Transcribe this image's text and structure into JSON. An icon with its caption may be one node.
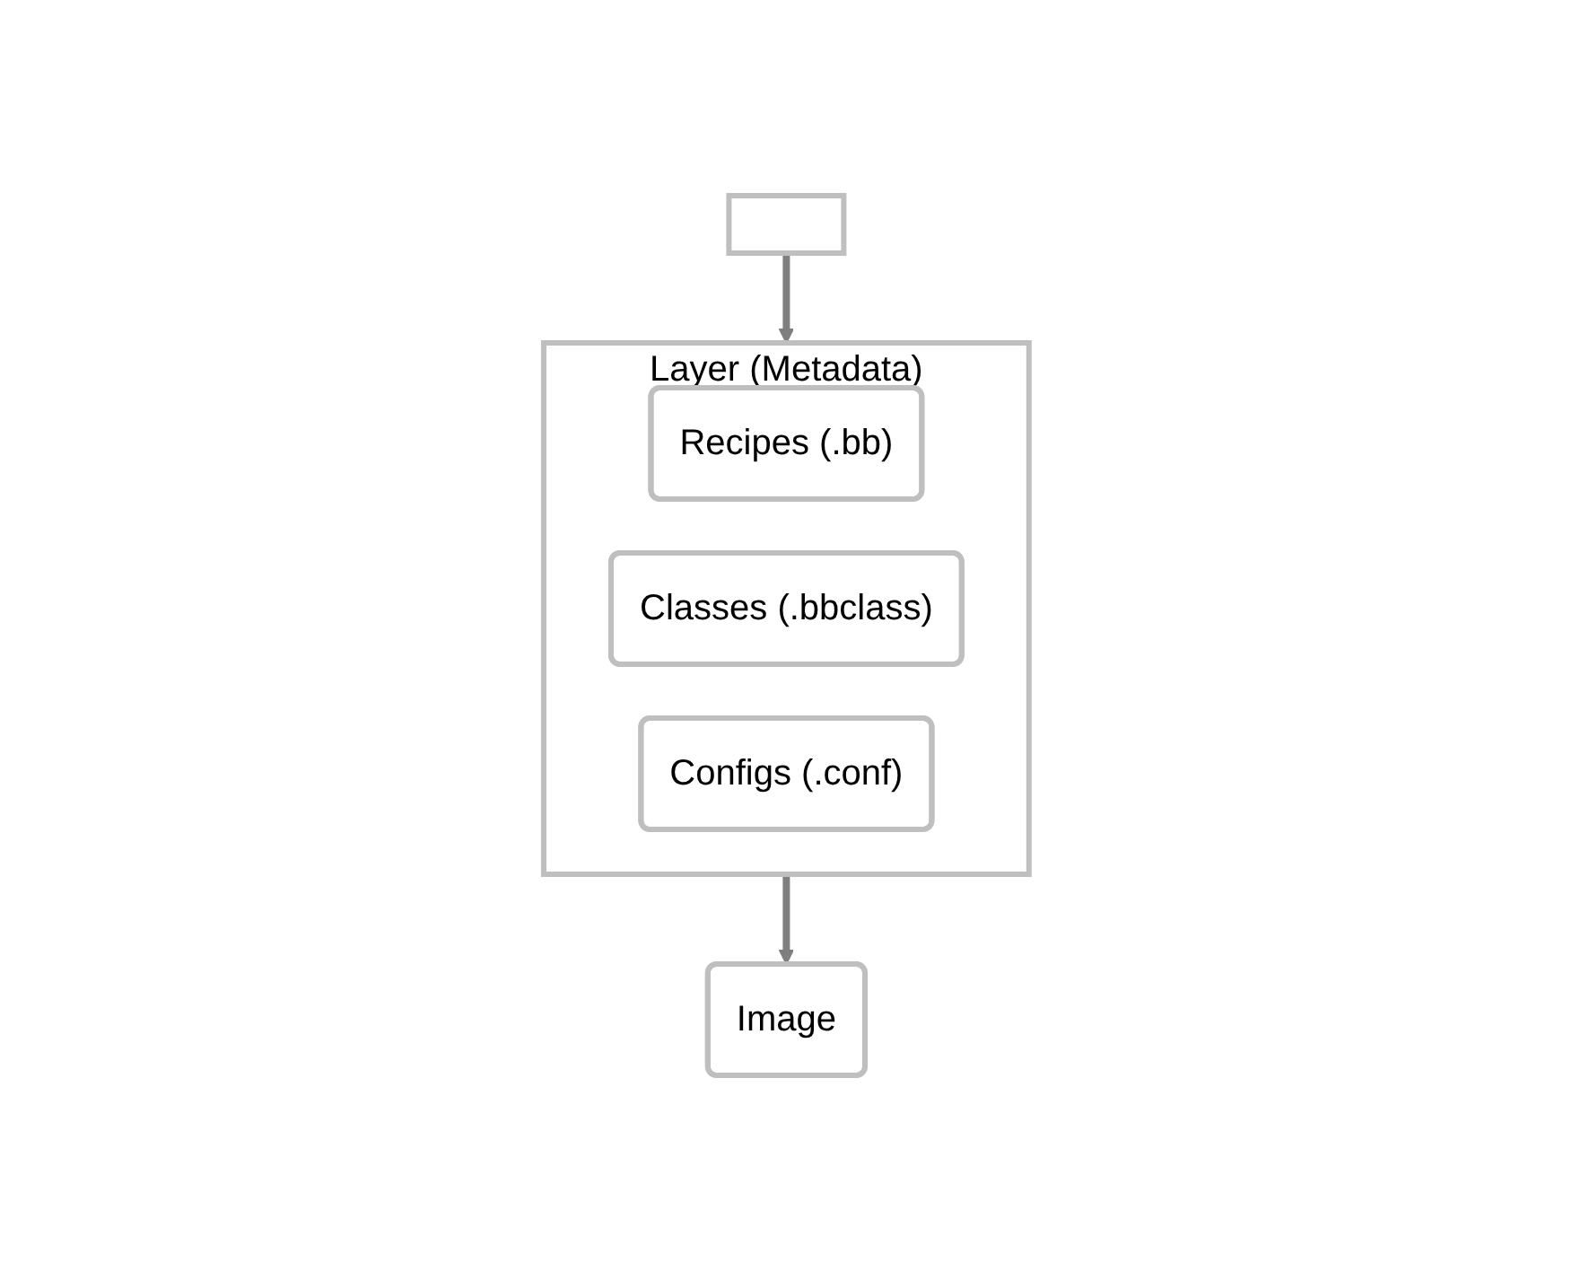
{
  "diagram": {
    "nodes": [
      {
        "text": [],
        "shape": "box"
      },
      {
        "text": [
          "Layer (Metadata)"
        ]
      },
      {
        "text": [
          "Recipes (.bb)"
        ],
        "in": 1
      },
      {
        "text": [
          "Classes (.bbclass)"
        ],
        "in": 1
      },
      {
        "text": [
          "Configs (.conf)"
        ],
        "in": 1
      },
      {
        "text": [
          "Image"
        ]
      }
    ],
    "edges": [
      {
        "from": 0,
        "to": 1,
        "arrow": "to"
      },
      {
        "from": 1,
        "to": 5,
        "arrow": "to"
      }
    ]
  }
}
